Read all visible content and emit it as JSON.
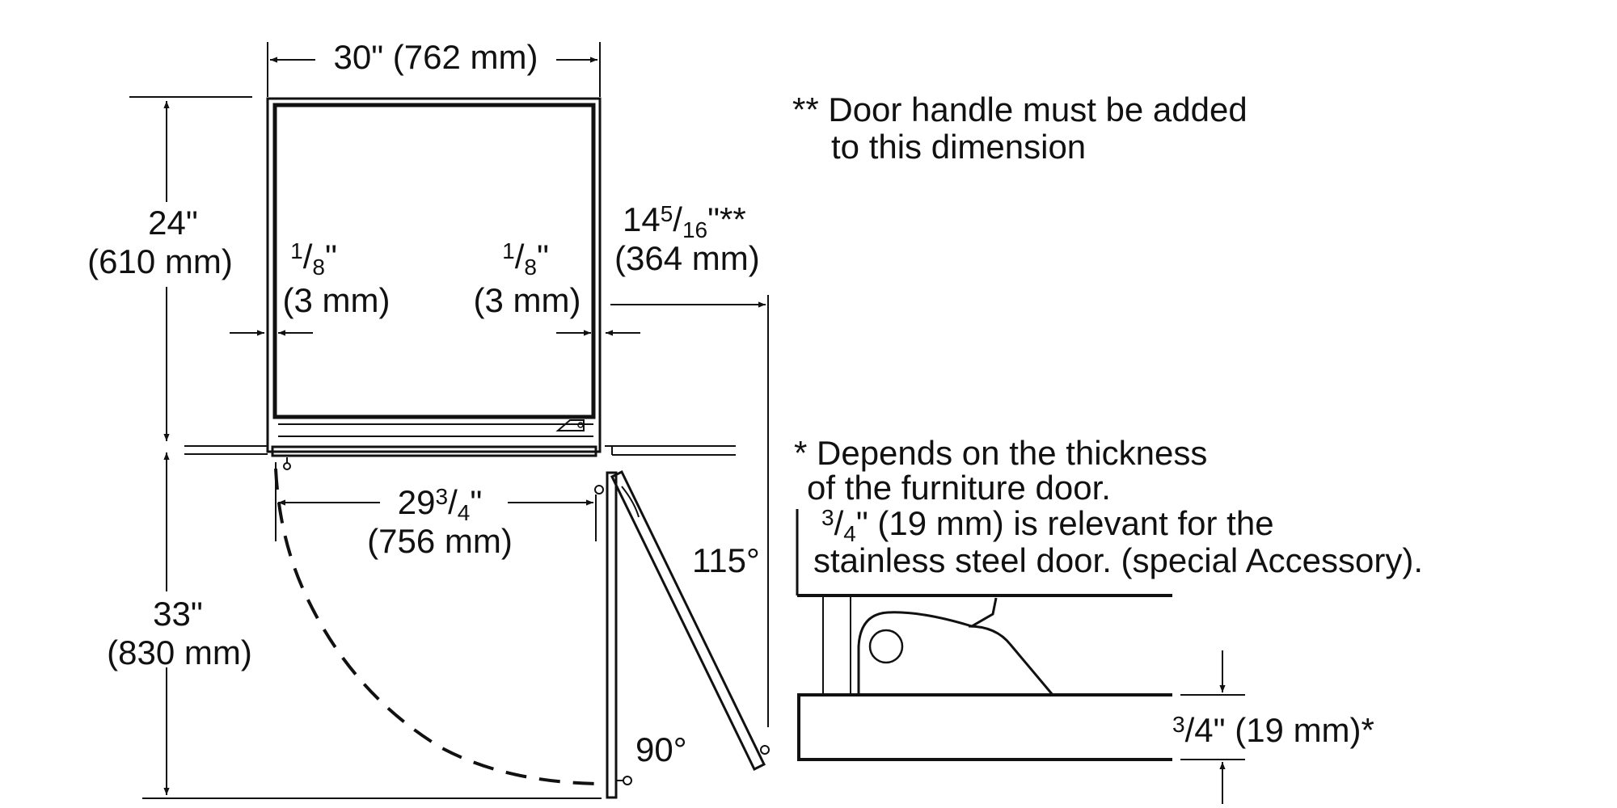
{
  "width_top": {
    "imperial": "30\"",
    "metric": "(762 mm)"
  },
  "depth_left": {
    "imperial": "24\"",
    "metric": "(610 mm)"
  },
  "gap_left": {
    "num": "1",
    "den": "8",
    "unit": "\"",
    "metric": "(3 mm)"
  },
  "gap_right": {
    "num": "1",
    "den": "8",
    "unit": "\"",
    "metric": "(3 mm)"
  },
  "door_clearance": {
    "whole": "14",
    "num": "5",
    "den": "16",
    "unit": "\"**",
    "metric": "(364 mm)"
  },
  "note_handle": {
    "line1": "** Door handle must be added",
    "line2": "to this dimension"
  },
  "inner_width": {
    "whole": "29",
    "num": "3",
    "den": "4",
    "unit": "\"",
    "metric": "(756 mm)"
  },
  "swing_depth": {
    "imperial": "33\"",
    "metric": "(830 mm)"
  },
  "angle_115": "115°",
  "angle_90": "90°",
  "note_thickness": {
    "line1": "* Depends on the thickness",
    "line2": "of the furniture door.",
    "line3_num": "3",
    "line3_den": "4",
    "line3_rest": "\" (19 mm) is relevant for the",
    "line4": "stainless steel door. (special Accessory)."
  },
  "panel_thickness": {
    "num": "3",
    "den": "4",
    "unit": "\"",
    "metric": "(19 mm)*"
  }
}
